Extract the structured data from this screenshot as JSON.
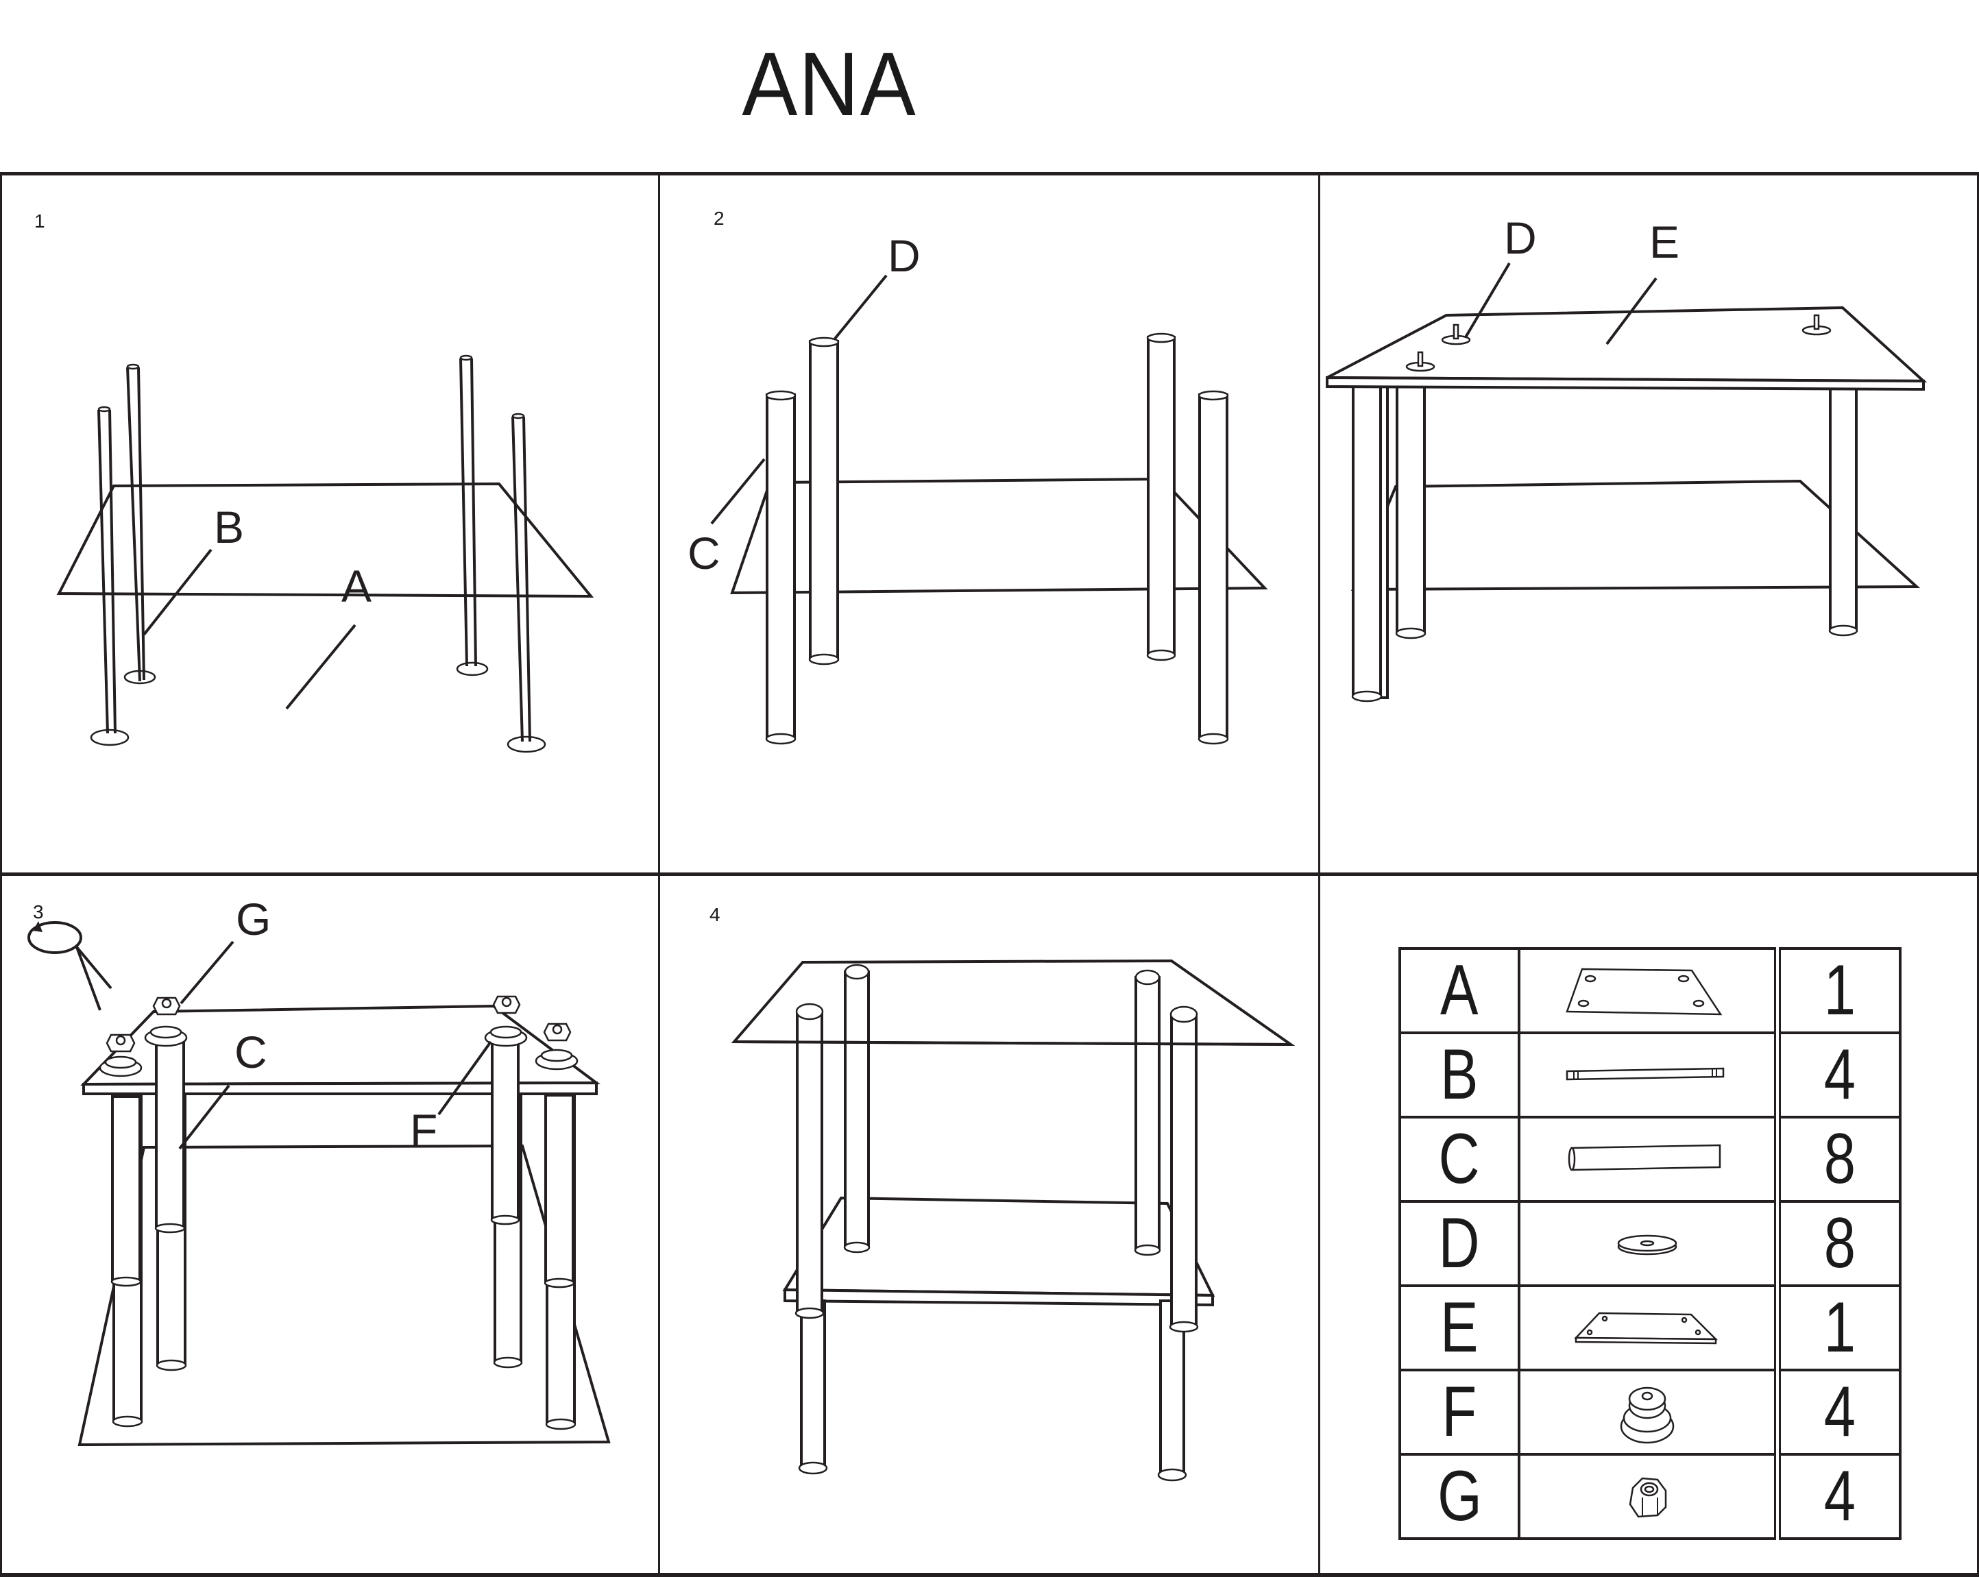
{
  "document": {
    "title": "ANA"
  },
  "steps": [
    {
      "number": "1",
      "callouts": [
        "B",
        "A"
      ]
    },
    {
      "number": "2",
      "callouts": [
        "D",
        "C"
      ]
    },
    {
      "number": "",
      "callouts": [
        "D",
        "E"
      ]
    },
    {
      "number": "3",
      "callouts": [
        "G",
        "C",
        "F"
      ]
    },
    {
      "number": "4",
      "callouts": []
    }
  ],
  "parts_list": {
    "rows": [
      {
        "letter": "A",
        "part_icon": "glass-bottom-shelf-icon",
        "quantity": "1"
      },
      {
        "letter": "B",
        "part_icon": "threaded-rod-icon",
        "quantity": "4"
      },
      {
        "letter": "C",
        "part_icon": "leg-tube-icon",
        "quantity": "8"
      },
      {
        "letter": "D",
        "part_icon": "washer-icon",
        "quantity": "8"
      },
      {
        "letter": "E",
        "part_icon": "middle-shelf-icon",
        "quantity": "1"
      },
      {
        "letter": "F",
        "part_icon": "glass-support-cap-icon",
        "quantity": "4"
      },
      {
        "letter": "G",
        "part_icon": "hex-nut-icon",
        "quantity": "4"
      }
    ]
  },
  "colors": {
    "ink": "#231f20",
    "paper": "#ffffff"
  }
}
